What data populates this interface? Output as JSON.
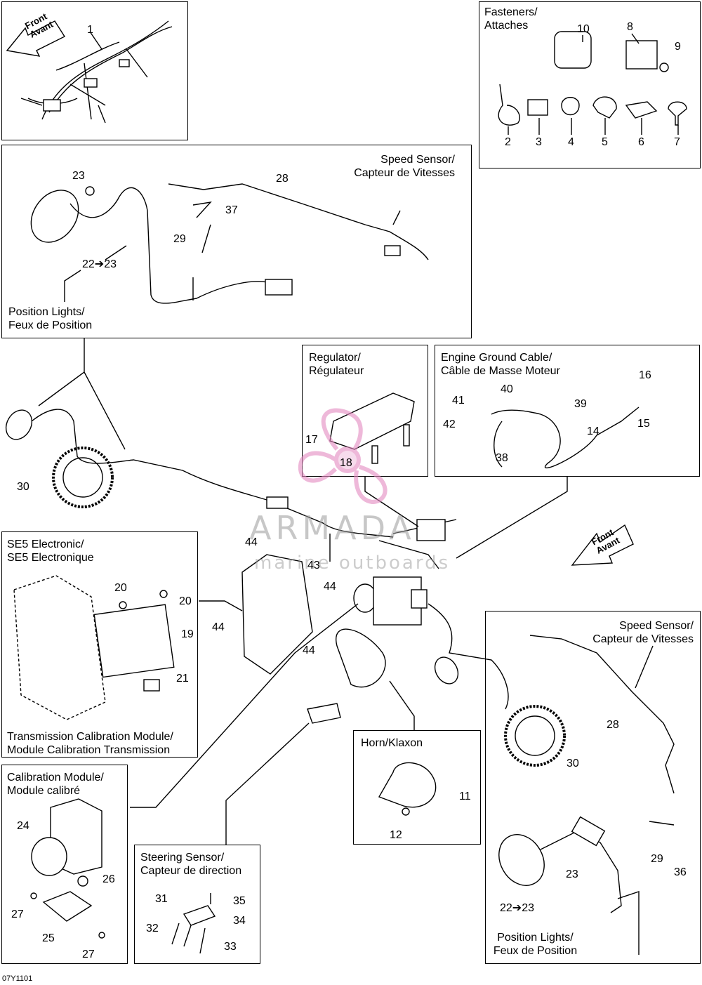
{
  "fasteners_box": {
    "title_line1": "Fasteners/",
    "title_line2": "Attaches"
  },
  "front_label_top": {
    "line1": "Front",
    "line2": "Avant"
  },
  "front_label_mid": {
    "line1": "Front",
    "line2": "Avant"
  },
  "speed_sensor_top": {
    "line1": "Speed Sensor/",
    "line2": "Capteur de Vitesses"
  },
  "position_lights_top": {
    "line1": "Position Lights/",
    "line2": "Feux de Position"
  },
  "regulator": {
    "line1": "Regulator/",
    "line2": "Régulateur"
  },
  "ground_cable": {
    "line1": "Engine Ground Cable/",
    "line2": "Câble de Masse Moteur"
  },
  "se5": {
    "line1": "SE5 Electronic/",
    "line2": "SE5 Electronique",
    "foot1": "Transmission Calibration Module/",
    "foot2": "Module Calibration Transmission"
  },
  "speed_sensor_right": {
    "line1": "Speed Sensor/",
    "line2": "Capteur de Vitesses"
  },
  "horn": {
    "title": "Horn/Klaxon"
  },
  "calibration": {
    "line1": "Calibration Module/",
    "line2": "Module calibré"
  },
  "steering": {
    "line1": "Steering Sensor/",
    "line2": "Capteur de direction"
  },
  "position_lights_right": {
    "line1": "Position Lights/",
    "line2": "Feux de Position"
  },
  "watermark": {
    "brand": "ARMADA",
    "tagline": "marine outboards"
  },
  "code": "07Y1101",
  "arrow_labels": {
    "top": "22➔23",
    "right": "22➔23"
  },
  "callouts": [
    "1",
    "2",
    "3",
    "4",
    "5",
    "6",
    "7",
    "8",
    "9",
    "10",
    "11",
    "12",
    "14",
    "15",
    "16",
    "17",
    "18",
    "19",
    "20",
    "20",
    "21",
    "23",
    "23",
    "24",
    "25",
    "26",
    "27",
    "27",
    "28",
    "28",
    "29",
    "29",
    "30",
    "30",
    "31",
    "32",
    "33",
    "34",
    "35",
    "36",
    "37",
    "38",
    "39",
    "40",
    "41",
    "42",
    "43",
    "44",
    "44",
    "44",
    "44"
  ],
  "colors": {
    "line": "#000000",
    "watermark_pink": "#e38ac0",
    "watermark_gray": "#9a9a9a"
  }
}
